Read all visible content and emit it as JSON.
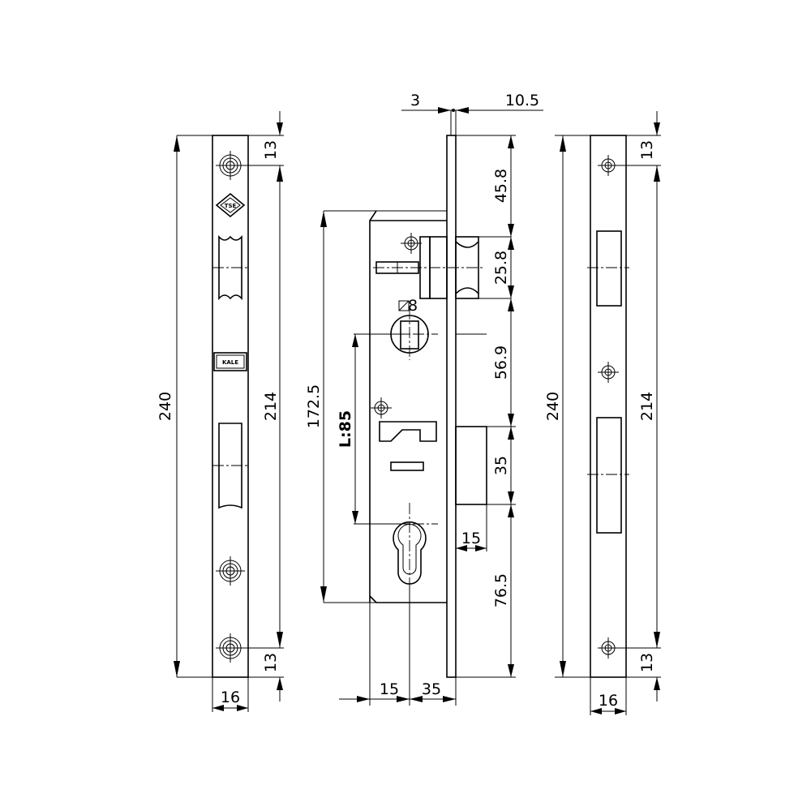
{
  "logos": {
    "tse": "TSE",
    "kale": "KALE"
  },
  "left_plate": {
    "height_total": "240",
    "height_holes": "214",
    "top_offset": "13",
    "bottom_offset": "13",
    "width": "16"
  },
  "lock_body": {
    "top_thickness_a": "3",
    "top_thickness_b": "10.5",
    "top_section": "45.8",
    "latch_section": "25.8",
    "spindle_section": "56.9",
    "bolt_section": "35",
    "bottom_section": "76.5",
    "body_height": "172.5",
    "center_distance": "L:85",
    "spindle_square": "8",
    "bolt_throw": "15",
    "backset_a": "15",
    "backset_b": "35"
  },
  "right_plate": {
    "height_total": "240",
    "height_holes": "214",
    "top_offset": "13",
    "bottom_offset": "13",
    "width": "16"
  }
}
